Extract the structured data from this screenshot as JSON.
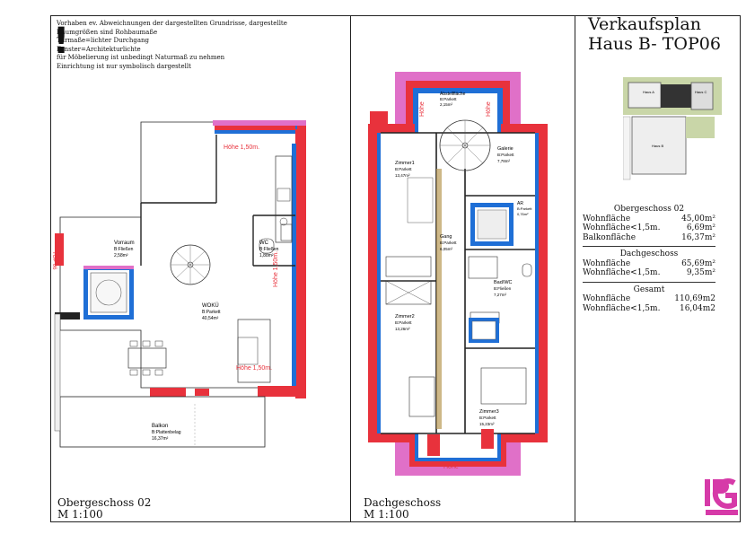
{
  "notes": {
    "lines": [
      "Vorhaben ev. Abweichnungen der dargestellten Grundrisse, dargestellte",
      "Raumgrößen sind Rohbaumaße",
      "Türmaße=lichter Durchgang",
      "Fenster=Architekturlichte",
      "für Möbelierung ist unbedingt Naturmaß zu nehmen",
      "Einrichtung ist nur symbolisch dargestellt"
    ]
  },
  "title": {
    "line1": "Verkaufsplan",
    "line2": "Haus B- TOP06"
  },
  "site_plan": {
    "labels": [
      "Haus A",
      "Haus C",
      "Haus B"
    ]
  },
  "summary": {
    "og": {
      "heading": "Obergeschoss 02",
      "rows": [
        {
          "label": "Wohnfläche",
          "value": "45,00m²"
        },
        {
          "label": "Wohnfläche<1,5m.",
          "value": "6,69m²"
        },
        {
          "label": "Balkonfläche",
          "value": "16,37m²"
        }
      ]
    },
    "dg": {
      "heading": "Dachgeschoss",
      "rows": [
        {
          "label": "Wohnfläche",
          "value": "65,69m²"
        },
        {
          "label": "Wohnfläche<1,5m.",
          "value": "9,35m²"
        }
      ]
    },
    "total": {
      "heading": "Gesamt",
      "rows": [
        {
          "label": "Wohnfläche",
          "value": "110,69m2"
        },
        {
          "label": "Wohnfläche<1,5m.",
          "value": "16,04m2"
        }
      ]
    }
  },
  "og_plan": {
    "caption": "Obergeschoss 02",
    "scale": "M 1:100",
    "rooms": {
      "vorraum": {
        "name": "Vorraum",
        "floor": "B:Fließen",
        "area": "2,58m²"
      },
      "wc": {
        "name": "WC",
        "floor": "B:Fließen",
        "area": "1,88m²"
      },
      "wohku": {
        "name": "WOKÜ",
        "floor": "B:Parkett",
        "area": "40,54m²"
      },
      "balkon": {
        "name": "Balkon",
        "floor": "B:Plattenbelag",
        "area": "16,37m²"
      }
    },
    "hoehe1": "Höhe 1,50m.",
    "hoehe2": "Höhe 1,50m.",
    "hoehe3": "Höhe 1,50m.",
    "top": "TOP 06"
  },
  "dg_plan": {
    "caption": "Dachgeschoss",
    "scale": "M 1:100",
    "rooms": {
      "abstell": {
        "name": "Abstellfläche",
        "floor": "B:Parkett",
        "area": "2,15m²"
      },
      "zimmer1": {
        "name": "Zimmer1",
        "floor": "B:Parkett",
        "area": "13,47m²"
      },
      "galerie": {
        "name": "Galerie",
        "floor": "B:Parkett",
        "area": "7,78m²"
      },
      "gang": {
        "name": "Gang",
        "floor": "B:Parkett",
        "area": "6,05m²"
      },
      "ar": {
        "name": "AR",
        "floor": "B:Parkett",
        "area": "0,76m²"
      },
      "zimmer2": {
        "name": "Zimmer2",
        "floor": "B:Parkett",
        "area": "13,26m²"
      },
      "bad": {
        "name": "Bad/WC",
        "floor": "B:Fließen",
        "area": "7,27m²"
      },
      "zimmer3": {
        "name": "Zimmer3",
        "floor": "B:Parkett",
        "area": "15,23m²"
      }
    },
    "hoehe": "Höhe"
  },
  "colors": {
    "red": "#e8323c",
    "blue": "#1f6fd6",
    "pink": "#e070c8",
    "wood": "#b99a55"
  }
}
